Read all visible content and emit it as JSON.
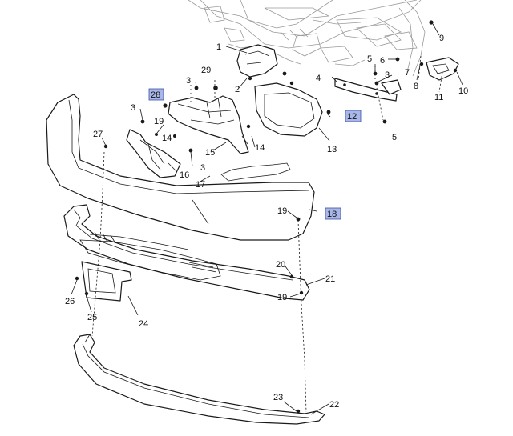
{
  "callouts": [
    {
      "id": "c1",
      "text": "1"
    },
    {
      "id": "c2",
      "text": "2"
    },
    {
      "id": "c3a",
      "text": "3"
    },
    {
      "id": "c3b",
      "text": "3"
    },
    {
      "id": "c3c",
      "text": "3"
    },
    {
      "id": "c3d",
      "text": "3"
    },
    {
      "id": "c4",
      "text": "4"
    },
    {
      "id": "c5a",
      "text": "5"
    },
    {
      "id": "c5b",
      "text": "5"
    },
    {
      "id": "c6",
      "text": "6"
    },
    {
      "id": "c7",
      "text": "7"
    },
    {
      "id": "c8",
      "text": "8"
    },
    {
      "id": "c9",
      "text": "9"
    },
    {
      "id": "c10",
      "text": "10"
    },
    {
      "id": "c11",
      "text": "11"
    },
    {
      "id": "c12",
      "text": "12"
    },
    {
      "id": "c13",
      "text": "13"
    },
    {
      "id": "c14a",
      "text": "14"
    },
    {
      "id": "c14b",
      "text": "14"
    },
    {
      "id": "c15",
      "text": "15"
    },
    {
      "id": "c16",
      "text": "16"
    },
    {
      "id": "c17",
      "text": "17"
    },
    {
      "id": "c18",
      "text": "18"
    },
    {
      "id": "c19a",
      "text": "19"
    },
    {
      "id": "c19b",
      "text": "19"
    },
    {
      "id": "c19c",
      "text": "19"
    },
    {
      "id": "c20",
      "text": "20"
    },
    {
      "id": "c21",
      "text": "21"
    },
    {
      "id": "c22",
      "text": "22"
    },
    {
      "id": "c23",
      "text": "23"
    },
    {
      "id": "c24",
      "text": "24"
    },
    {
      "id": "c25",
      "text": "25"
    },
    {
      "id": "c26",
      "text": "26"
    },
    {
      "id": "c27",
      "text": "27"
    },
    {
      "id": "c28",
      "text": "28"
    },
    {
      "id": "c29",
      "text": "29"
    }
  ],
  "highlight_color": "#a9b7e8"
}
